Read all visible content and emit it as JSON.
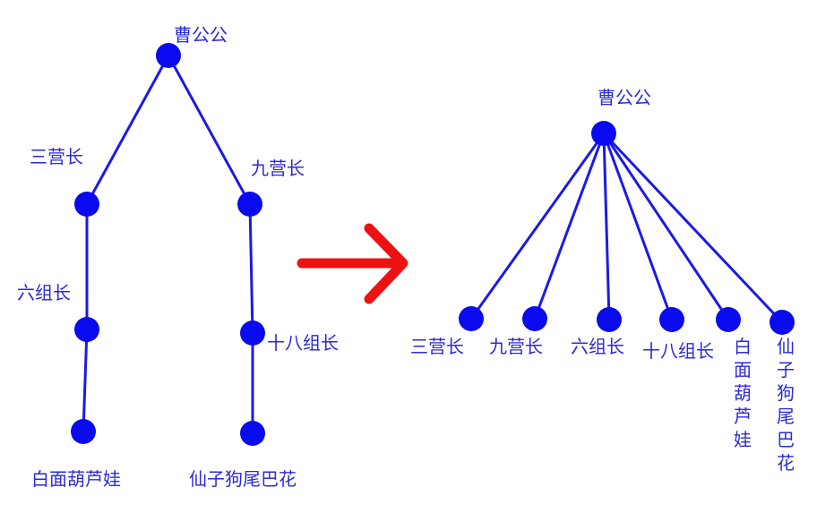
{
  "colors": {
    "edge": "#1a1ae6",
    "node": "#0a0aee",
    "label": "#2b2bd6",
    "arrow": "#ee1111"
  },
  "before_tree": {
    "root": "曹公公",
    "left_branch": [
      "三营长",
      "六组长",
      "白面葫芦娃"
    ],
    "right_branch": [
      "九营长",
      "十八组长",
      "仙子狗尾巴花"
    ]
  },
  "transform_arrow": "arrow-right-icon",
  "after_tree": {
    "root": "曹公公",
    "children": [
      "三营长",
      "九营长",
      "六组长",
      "十八组长",
      "白面葫芦娃",
      "仙子狗尾巴花"
    ]
  }
}
